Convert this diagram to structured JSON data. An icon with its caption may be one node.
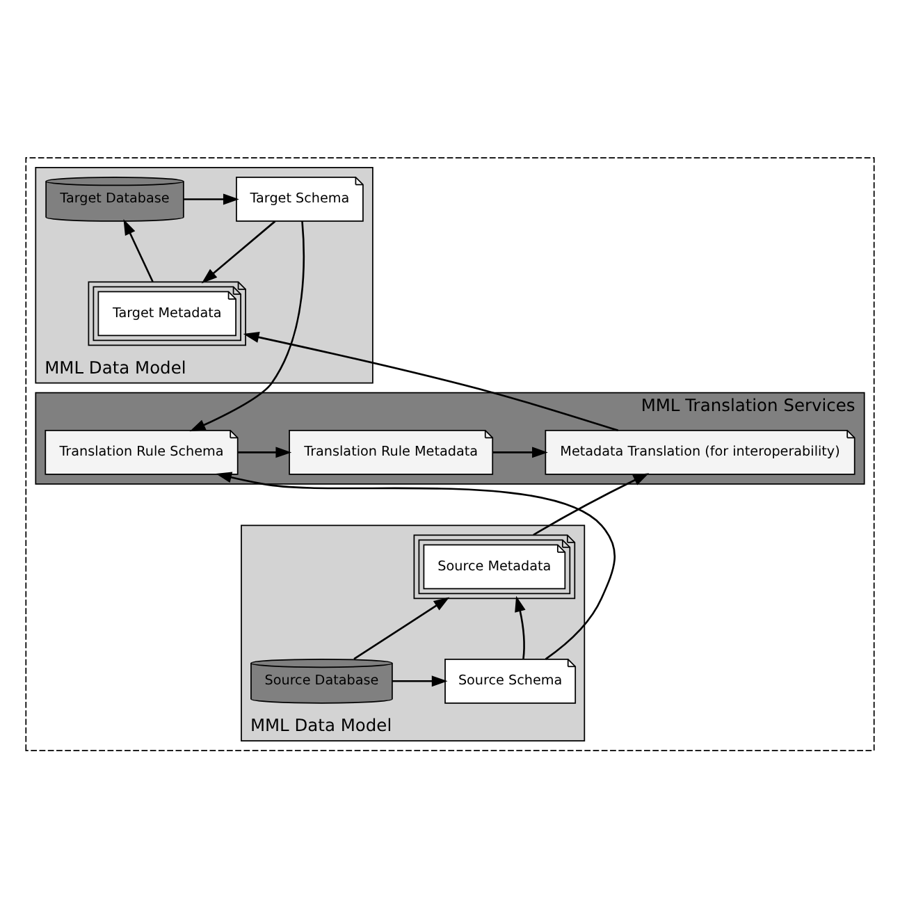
{
  "diagram": {
    "nodes": [
      {
        "text": [],
        "shape": "box"
      },
      {
        "text": [
          "MML Data Model"
        ],
        "in": 0
      },
      {
        "text": [
          "Target Schema"
        ],
        "in": 1
      },
      {
        "text": [
          "Target Database"
        ],
        "in": 1
      },
      {
        "text": [
          "Target Metadata"
        ],
        "in": 1
      },
      {
        "text": [
          "MML Translation Services"
        ],
        "in": 0
      },
      {
        "text": [
          "Translation Rule Schema"
        ],
        "in": 5
      },
      {
        "text": [
          "Translation Rule Metadata"
        ],
        "in": 5
      },
      {
        "text": [
          "Metadata Translation (for interoperability)"
        ],
        "in": 5
      },
      {
        "text": [
          "MML Data Model"
        ],
        "in": 0
      },
      {
        "text": [
          "Source Metadata"
        ],
        "in": 9
      },
      {
        "text": [
          "Source Schema"
        ],
        "in": 9
      },
      {
        "text": [
          "Source Database"
        ],
        "in": 9
      }
    ],
    "edges": [
      {
        "from": 3,
        "to": 2,
        "arrow": "to"
      },
      {
        "from": 2,
        "to": 4,
        "arrow": "to"
      },
      {
        "from": 4,
        "to": 3,
        "arrow": "to"
      },
      {
        "from": 2,
        "to": 6,
        "arrow": "to"
      },
      {
        "from": 6,
        "to": 7,
        "arrow": "to"
      },
      {
        "from": 7,
        "to": 8,
        "arrow": "to"
      },
      {
        "from": 8,
        "to": 4,
        "arrow": "to"
      },
      {
        "from": 10,
        "to": 8,
        "arrow": "to"
      },
      {
        "from": 11,
        "to": 10,
        "arrow": "to"
      },
      {
        "from": 11,
        "to": 6,
        "arrow": "to"
      },
      {
        "from": 12,
        "to": 11,
        "arrow": "to"
      },
      {
        "from": 12,
        "to": 10,
        "arrow": "to"
      }
    ]
  }
}
